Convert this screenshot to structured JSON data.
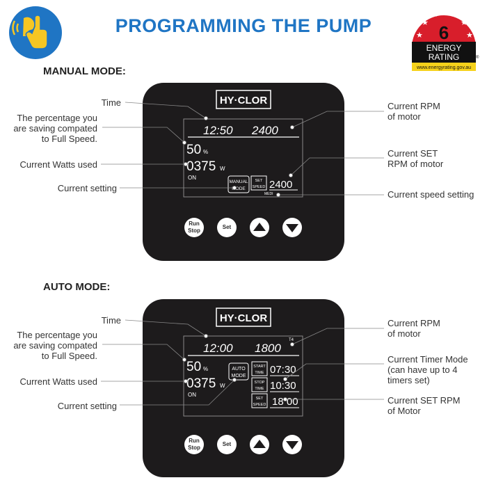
{
  "header": {
    "title": "PROGRAMMING THE PUMP",
    "hand_icon": "touch-hand-icon",
    "energy_rating": {
      "stars": "6",
      "line1": "ENERGY",
      "line2": "RATING",
      "url": "www.energyrating.gov.au",
      "registered": "®"
    }
  },
  "manual": {
    "heading": "MANUAL MODE:",
    "brand": "HY·CLOR",
    "display": {
      "time": "12:50",
      "rpm": "2400",
      "percent": "50",
      "percent_sym": "%",
      "watts": "0375",
      "watts_unit": "W",
      "on": "ON",
      "mode_line1": "MANUAL",
      "mode_line2": "MODE",
      "set_line1": "SET",
      "set_line2": "SPEED",
      "set_rpm": "2400",
      "speed_label": "MEDI"
    },
    "buttons": {
      "run": "Run",
      "stop": "Stop",
      "set": "Set"
    },
    "labels_left": {
      "time": "Time",
      "percent_l1": "The percentage you",
      "percent_l2": "are saving compated",
      "percent_l3": "to Full Speed.",
      "watts": "Current Watts used",
      "setting": "Current setting"
    },
    "labels_right": {
      "rpm_l1": "Current RPM",
      "rpm_l2": "of motor",
      "setrpm_l1": "Current SET",
      "setrpm_l2": "RPM of motor",
      "speed": "Current speed setting"
    }
  },
  "auto": {
    "heading": "AUTO MODE:",
    "brand": "HY·CLOR",
    "display": {
      "time": "12:00",
      "rpm": "1800",
      "timer_tag": "T4",
      "percent": "50",
      "percent_sym": "%",
      "watts": "0375",
      "watts_unit": "W",
      "on": "ON",
      "mode_line1": "AUTO",
      "mode_line2": "MODE",
      "start_l1": "START",
      "start_l2": "TIME",
      "start_val": "07:30",
      "stop_l1": "STOP",
      "stop_l2": "TIME",
      "stop_val": "10:30",
      "set_l1": "SET",
      "set_l2": "SPEED",
      "set_val": "18 00"
    },
    "buttons": {
      "run": "Run",
      "stop": "Stop",
      "set": "Set"
    },
    "labels_left": {
      "time": "Time",
      "percent_l1": "The percentage you",
      "percent_l2": "are saving compated",
      "percent_l3": "to Full Speed.",
      "watts": "Current Watts used",
      "setting": "Current setting"
    },
    "labels_right": {
      "rpm_l1": "Current RPM",
      "rpm_l2": "of motor",
      "timer_l1": "Current Timer Mode",
      "timer_l2": "(can have up to 4",
      "timer_l3": "timers set)",
      "setrpm_l1": "Current SET RPM",
      "setrpm_l2": "of Motor"
    }
  }
}
